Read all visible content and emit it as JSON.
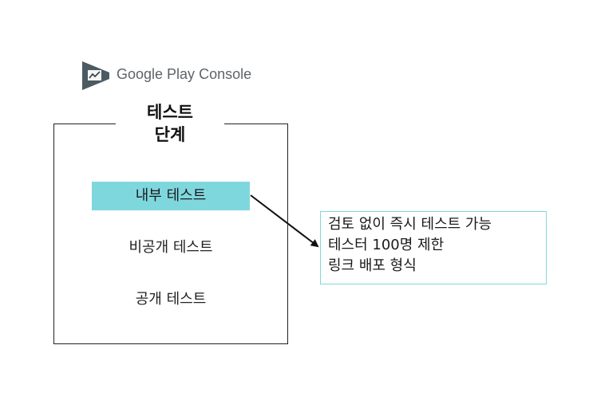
{
  "logo": {
    "brand": "Google Play",
    "product": "Console",
    "icon": "google-play-console-icon"
  },
  "stage": {
    "title_line1": "테스트",
    "title_line2": "단계",
    "items": [
      {
        "label": "내부 테스트",
        "highlighted": true
      },
      {
        "label": "비공개 테스트",
        "highlighted": false
      },
      {
        "label": "공개 테스트",
        "highlighted": false
      }
    ]
  },
  "note": {
    "lines": [
      "검토 없이 즉시 테스트 가능",
      "테스터 100명 제한",
      "링크 배포 형식"
    ]
  },
  "colors": {
    "highlight": "#7fd7de",
    "note_border": "#7fd7de",
    "logo_dark": "#3c4a52",
    "logo_mid": "#5f6f77",
    "logo_text": "#5f6368"
  }
}
